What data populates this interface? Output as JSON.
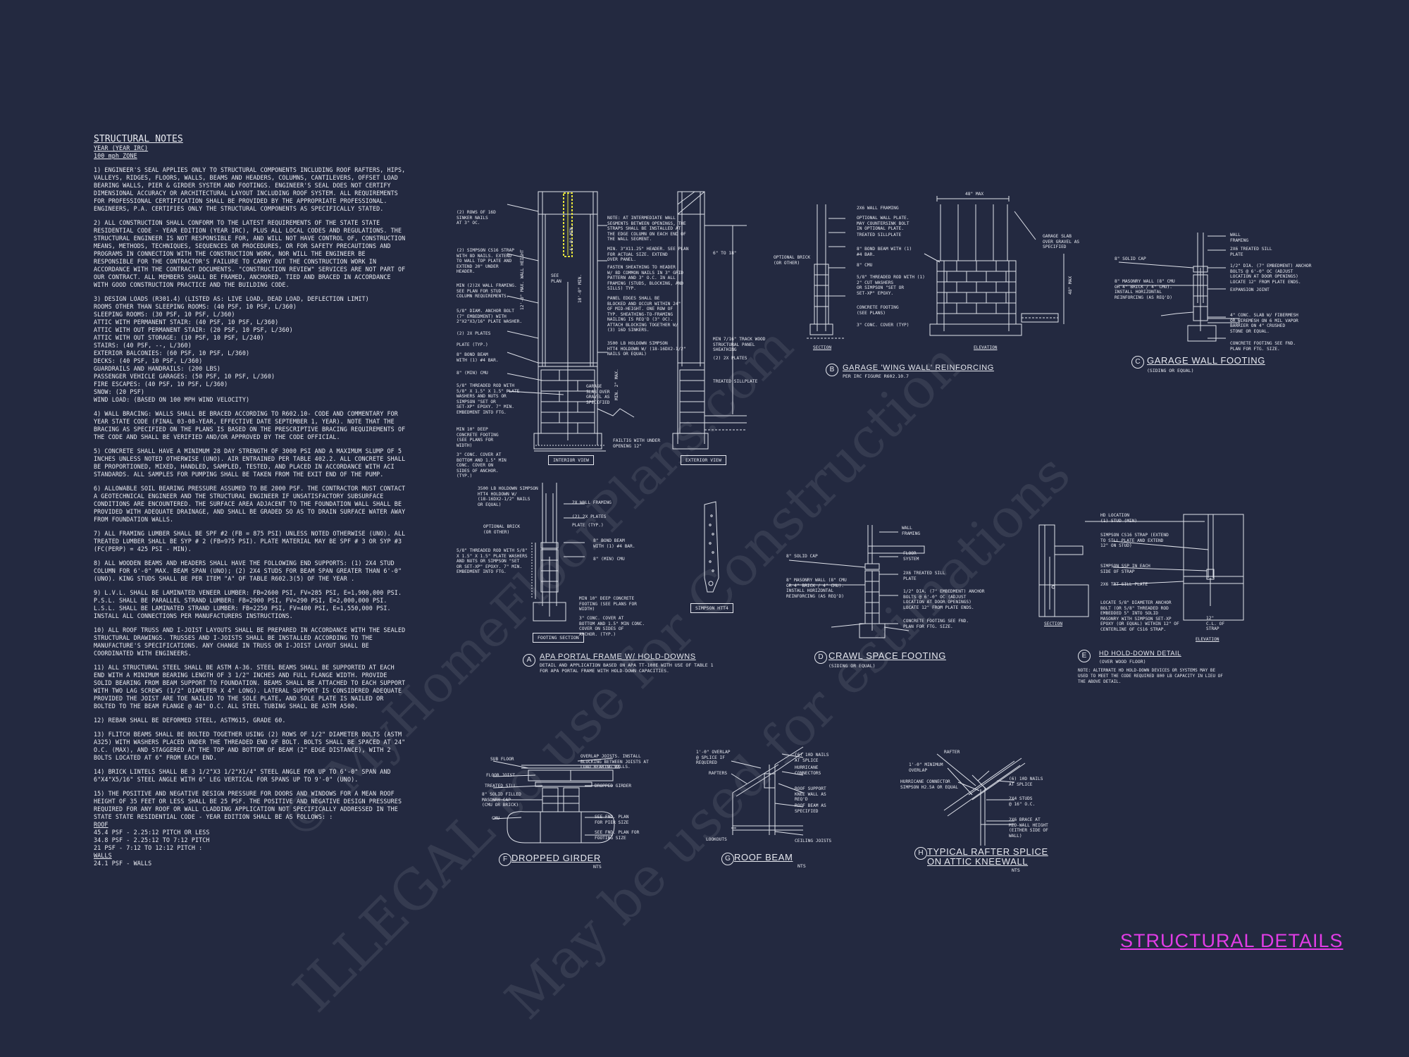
{
  "notes": {
    "title": "STRUCTURAL NOTES",
    "year": "YEAR (YEAR IRC)",
    "zone": "100 mph ZONE",
    "paragraphs": [
      "1) ENGINEER'S SEAL APPLIES ONLY TO STRUCTURAL COMPONENTS INCLUDING ROOF RAFTERS, HIPS, VALLEYS, RIDGES, FLOORS, WALLS, BEAMS AND HEADERS, COLUMNS, CANTILEVERS, OFFSET LOAD BEARING WALLS, PIER & GIRDER SYSTEM AND FOOTINGS. ENGINEER'S SEAL DOES NOT CERTIFY DIMENSIONAL ACCURACY OR ARCHITECTURAL LAYOUT INCLUDING ROOF SYSTEM. ALL REQUIREMENTS FOR PROFESSIONAL CERTIFICATION SHALL BE PROVIDED BY THE APPROPRIATE PROFESSIONAL. ENGINEERS, P.A. CERTIFIES ONLY THE STRUCTURAL COMPONENTS AS SPECIFICALLY STATED.",
      "2) ALL CONSTRUCTION SHALL CONFORM TO THE LATEST REQUIREMENTS OF THE STATE STATE RESIDENTIAL CODE - YEAR EDITION (YEAR IRC), PLUS ALL LOCAL CODES AND REGULATIONS. THE STRUCTURAL ENGINEER IS NOT RESPONSIBLE FOR, AND WILL NOT HAVE CONTROL OF, CONSTRUCTION MEANS, METHODS, TECHNIQUES, SEQUENCES OR PROCEDURES, OR FOR SAFETY PRECAUTIONS AND PROGRAMS IN CONNECTION WITH THE CONSTRUCTION WORK, NOR WILL THE ENGINEER BE RESPONSIBLE FOR THE CONTRACTOR'S FAILURE TO CARRY OUT THE CONSTRUCTION WORK IN ACCORDANCE WITH THE CONTRACT DOCUMENTS. \"CONSTRUCTION REVIEW\" SERVICES ARE NOT PART OF OUR CONTRACT. ALL MEMBERS SHALL BE FRAMED, ANCHORED, TIED AND BRACED IN ACCORDANCE WITH GOOD CONSTRUCTION PRACTICE AND THE BUILDING CODE."
    ],
    "loads_intro": "3) DESIGN LOADS (R301.4) (LISTED AS: LIVE LOAD, DEAD LOAD, DEFLECTION LIMIT)",
    "loads": [
      "ROOMS OTHER THAN SLEEPING ROOMS: (40 PSF, 10 PSF, L/360)",
      "SLEEPING ROOMS: (30 PSF, 10 PSF, L/360)",
      "ATTIC WITH PERMANENT STAIR: (40 PSF, 10 PSF, L/360)",
      "ATTIC WITH OUT PERMANENT STAIR: (20 PSF, 10 PSF, L/360)",
      "ATTIC WITH OUT STORAGE: (10 PSF, 10 PSF, L/240)",
      "STAIRS: (40 PSF, --, L/360)",
      "EXTERIOR BALCONIES: (60 PSF, 10 PSF, L/360)",
      "DECKS: (40 PSF, 10 PSF, L/360)",
      "GUARDRAILS AND HANDRAILS: (200 LBS)",
      "PASSENGER VEHICLE GARAGES: (50 PSF, 10 PSF, L/360)",
      "FIRE ESCAPES: (40 PSF, 10 PSF, L/360)",
      "SNOW: (20 PSF)",
      "WIND LOAD: (BASED ON 100 MPH WIND VELOCITY)"
    ],
    "paragraphs2": [
      "4) WALL BRACING: WALLS SHALL BE BRACED ACCORDING TO R602.10- CODE AND COMMENTARY FOR YEAR STATE CODE (FINAL 03-08-YEAR, EFFECTIVE DATE SEPTEMBER 1, YEAR). NOTE THAT THE BRACING AS SPECIFIED ON THE PLANS IS BASED ON THE PRESCRIPTIVE BRACING REQUIREMENTS OF THE CODE AND SHALL BE VERIFIED AND/OR APPROVED BY THE CODE OFFICIAL.",
      "5) CONCRETE SHALL HAVE A MINIMUM 28 DAY STRENGTH OF 3000 PSI AND A MAXIMUM SLUMP OF 5 INCHES UNLESS NOTED OTHERWISE (UNO). AIR ENTRAINED PER TABLE 402.2. ALL CONCRETE SHALL BE PROPORTIONED, MIXED, HANDLED, SAMPLED, TESTED, AND PLACED IN ACCORDANCE WITH ACI STANDARDS. ALL SAMPLES FOR PUMPING SHALL BE TAKEN FROM THE EXIT END OF THE PUMP.",
      "6) ALLOWABLE SOIL BEARING PRESSURE ASSUMED TO BE 2000 PSF. THE CONTRACTOR MUST CONTACT A GEOTECHNICAL ENGINEER AND THE STRUCTURAL ENGINEER IF UNSATISFACTORY SUBSURFACE CONDITIONS ARE ENCOUNTERED. THE SURFACE AREA ADJACENT TO THE FOUNDATION WALL SHALL BE PROVIDED WITH ADEQUATE DRAINAGE, AND SHALL BE GRADED SO AS TO DRAIN SURFACE WATER AWAY FROM FOUNDATION WALLS.",
      "7) ALL FRAMING LUMBER SHALL BE SPF #2 (Fb = 875 PSI) UNLESS NOTED OTHERWISE (UNO). ALL TREATED LUMBER SHALL BE SYP # 2 (Fb=975 PSI). PLATE MATERIAL MAY BE SPF # 3 OR SYP #3 (Fc(perp) = 425 PSI - MIN).",
      "8) ALL WOODEN BEAMS AND HEADERS SHALL HAVE THE FOLLOWING END SUPPORTS: (1) 2x4 STUD COLUMN FOR 6'-0\" MAX. BEAM SPAN (UNO); (2) 2X4 STUDS FOR BEAM SPAN GREATER THAN 6'-0\" (UNO). KING STUDS SHALL BE PER ITEM \"a\" OF TABLE R602.3(5) OF THE YEAR .",
      "9) L.V.L. SHALL BE LAMINATED VENEER LUMBER: Fb=2600 PSI, Fv=285 PSI, E=1,900,000 PSI. P.S.L. SHALL BE PARALLEL STRAND LUMBER: Fb=2900 PSI, Fv=290 PSI, E=2,000,000 PSI. L.S.L. SHALL BE LAMINATED STRAND LUMBER: Fb=2250 PSI, Fv=400 PSI, E=1,550,000 PSI. INSTALL ALL CONNECTIONS PER MANUFACTURERS INSTRUCTIONS.",
      "10) ALL ROOF TRUSS AND I-JOIST LAYOUTS SHALL BE PREPARED IN ACCORDANCE WITH THE SEALED STRUCTURAL DRAWINGS. TRUSSES AND I-JOISTS SHALL BE INSTALLED ACCORDING TO THE MANUFACTURE'S SPECIFICATIONS. ANY CHANGE IN TRUSS OR I-JOIST LAYOUT SHALL BE COORDINATED WITH ENGINEERS.",
      "11) ALL STRUCTURAL STEEL SHALL BE ASTM A-36. STEEL BEAMS SHALL BE SUPPORTED AT EACH END WITH A MINIMUM BEARING LENGTH OF 3 1/2\" INCHES AND FULL FLANGE WIDTH. PROVIDE SOLID BEARING FROM BEAM SUPPORT TO FOUNDATION. BEAMS SHALL BE ATTACHED TO EACH SUPPORT WITH TWO LAG SCREWS (1/2\" DIAMETER x 4\" LONG). LATERAL SUPPORT IS CONSIDERED ADEQUATE PROVIDED THE JOIST ARE TOE NAILED TO THE SOLE PLATE, AND SOLE PLATE IS NAILED OR BOLTED TO THE BEAM FLANGE @ 48\" O.C. ALL STEEL TUBING SHALL BE ASTM A500.",
      "12) REBAR SHALL BE DEFORMED STEEL, ASTM615, GRADE 60.",
      "13) FLITCH BEAMS SHALL BE BOLTED TOGETHER USING (2) ROWS OF 1/2\" DIAMETER BOLTS (ASTM A325) WITH WASHERS PLACED UNDER THE THREADED END OF BOLT. BOLTS SHALL BE SPACED AT 24\" O.C. (MAX), AND STAGGERED AT THE TOP AND BOTTOM OF BEAM (2\" EDGE DISTANCE), WITH 2 BOLTS LOCATED AT 6\" FROM EACH END.",
      "14) BRICK LINTELS SHALL BE 3 1/2\"x3 1/2\"x1/4\" STEEL ANGLE FOR UP TO 6'-0\" SPAN AND 6\"x4\"x5/16\" STEEL ANGLE WITH 6\" LEG VERTICAL FOR SPANS UP TO 9'-0\" (UNO).",
      "15) THE POSITIVE AND NEGATIVE DESIGN PRESSURE FOR DOORS AND WINDOWS FOR A MEAN ROOF HEIGHT OF 35 FEET OR LESS SHALL BE 25 PSF. THE POSITIVE AND NEGATIVE DESIGN PRESSURES REQUIRED FOR ANY ROOF OR WALL CLADDING APPLICATION NOT SPECIFICALLY ADDRESSED IN THE STATE STATE RESIDENTIAL CODE - YEAR EDITION SHALL BE AS FOLLOWS: :"
    ],
    "roof_head": "ROOF",
    "roof": [
      "45.4 PSF - 2.25:12 PITCH OR LESS",
      "34.8 PSF - 2.25:12 TO 7:12 PITCH",
      "21 PSF - 7:12 TO 12:12 PITCH :"
    ],
    "walls_head": "WALLS",
    "walls": [
      "24.1 PSF - WALLS"
    ]
  },
  "details": {
    "a": {
      "letter": "A",
      "title": "APA PORTAL FRAME W/ HOLD-DOWNS",
      "sub": "DETAIL AND APPLICATION BASED ON APA TT-100E WITH USE OF TABLE 1\nFOR APA PORTAL FRAME WITH HOLD-DOWN CAPACITIES."
    },
    "b": {
      "letter": "B",
      "title": "GARAGE 'WING WALL' REINFORCING",
      "sub": "PER IRC FIGURE R602.10.7"
    },
    "c": {
      "letter": "C",
      "title": "GARAGE WALL FOOTING",
      "sub": "(SIDING OR EQUAL)"
    },
    "d": {
      "letter": "D",
      "title": "CRAWL SPACE FOOTING",
      "sub": "(SIDING OR EQUAL)"
    },
    "e": {
      "letter": "E",
      "title": "HD HOLD-DOWN DETAIL",
      "sub": "(OVER WOOD FLOOR)",
      "note": "NOTE: ALTERNATE HD HOLD-DOWN DEVICES OR SYSTEMS MAY BE\nUSED TO MEET THE CODE REQUIRED 800 LB CAPACITY IN LIEU OF\nTHE ABOVE DETAIL."
    },
    "f": {
      "letter": "F",
      "title": "DROPPED GIRDER",
      "sub": "NTS"
    },
    "g": {
      "letter": "G",
      "title": "ROOF BEAM",
      "sub": "NTS"
    },
    "h": {
      "letter": "H",
      "title": "TYPICAL RAFTER SPLICE",
      "title2": "ON ATTIC KNEEWALL",
      "sub": "NTS"
    }
  },
  "labels": {
    "interior_view": "INTERIOR VIEW",
    "exterior_view": "EXTERIOR VIEW",
    "footing_section": "FOOTING SECTION",
    "simpson": "SIMPSON HTT4",
    "section": "SECTION",
    "elevation": "ELEVATION",
    "section_e": "SECTION",
    "elevation_e": "ELEVATION",
    "max48": "48\" MAX",
    "a1": "(2) ROWS OF 16d\nSINKER NAILS\nAT 3\" OC.",
    "a2": "(2) SIMPSON CS16 STRAP\nWITH 8d NAILS. EXTEND\nTO WALL TOP PLATE AND\nEXTEND 20\" UNDER\nHEADER.",
    "a3": "MIN (2)2X WALL FRAMING.\nSEE PLAN FOR STUD\nCOLUMN REQUIREMENTS.",
    "a4": "5/8\" DIAM. ANCHOR BOLT\n(7\" EMBEDMENT) WITH\n2\"x2\"x3/16\" PLATE WASHER.",
    "a5": "(2) 2x PLATES",
    "a6": "PLATE (TYP.)",
    "a7": "8\" BOND BEAM\nWITH (1) #4 BAR.",
    "a8": "8\" (MIN) CMU",
    "a9": "5/8\" THREADED ROD WITH\n5/8\" x 1.5\" x 1.5\" PLATE\nWASHERS AND NUTS OR\nSIMPSON \"SET OR\nSET-XP\" EPOXY. 7\" MIN.\nEMBEDMENT INTO FTG.",
    "a10": "MIN 10\" DEEP\nCONCRETE FOOTING\n(SEE PLANS FOR\nWIDTH)",
    "a11": "3\" CONC. COVER AT\nBOTTOM AND 1.5\" MIN\nCONC. COVER ON\nSIDES OF ANCHOR.\n(TYP.)",
    "a12": "NOTE: AT INTERMEDIATE WALL\nSEGMENTS BETWEEN OPENINGS, THE\nSTRAPS SHALL BE INSTALLED AT\nTHE EDGE COLUMN ON EACH END OF\nTHE WALL SEGMENT.",
    "a13": "MIN. 3\"x11.25\" HEADER. SEE PLAN\nFOR ACTUAL SIZE. EXTEND\nOVER PANEL.",
    "a14": "FASTEN SHEATHING TO HEADER\nW/ 8d COMMON NAILS IN 3\" GRID\nPATTERN AND 3\" O.C. IN ALL\nFRAMING (STUDS, BLOCKING, AND\nSILLS) TYP.",
    "a15": "PANEL EDGES SHALL BE\nBLOCKED AND OCCUR WITHIN 24\"\nOF MID-HEIGHT. ONE ROW OF\nTYP. SHEATHING-TO-FRAMING\nNAILING IS REQ'D (3\" OC).\nATTACH BLOCKING TOGETHER W/\n(3) 16d SINKERS.",
    "a16": "3500 LB HOLDOWN SIMPSON\nHTT4 HOLDOWN W/ (18-16dx2-1/2\"\nNAILS OR EQUAL)",
    "a17": "MIN 7/16\" TRACK WOOD\nSTRUCTURAL PANEL\nSHEATHING",
    "a18": "(2) 2x PLATES",
    "a19": "TREATED SILLPLATE",
    "a20": "GARAGE\nSLAB OVER\nGRAVEL AS\nSPECIFIED",
    "a21": "MIN. 2\" MAX.",
    "a22": "SEE\nPLAN",
    "a23": "6\" TO 18\"",
    "a24": "FAILTIG WITH UNDER\nOPENING 12\"",
    "a25": "10'-0\" MIN.",
    "a26": "4'-0\" MIN.",
    "a27": "12'-0\" MAX. WALL HEIGHT",
    "fs1": "3500 LB HOLDOWN SIMPSON\nHTT4 HOLDOWN W/\n(18-16dx2-1/2\" NAILS\nOR EQUAL)",
    "fs2": "2x WALL FRAMING",
    "fs3": "(2) 2x PLATES",
    "fs4": "PLATE (TYP.)",
    "fs5": "OPTIONAL BRICK\n(OR OTHER)",
    "fs6": "8\" BOND BEAM\nWITH (1) #4 BAR.",
    "fs7": "8\" (MIN) CMU",
    "fs8": "5/8\" THREADED ROD WITH 5/8\"\nx 1.5\" x 1.5\" PLATE WASHERS\nAND NUTS OR SIMPSON \"SET\nOR SET-XP\" EPOXY. 7\" MIN.\nEMBEDMENT INTO FTG.",
    "fs9": "MIN 10\" DEEP CONCRETE\nFOOTING (SEE PLANS FOR\nWIDTH)",
    "fs10": "3\" CONC. COVER AT\nBOTTOM AND 1.5\" MIN CONC.\nCOVER ON SIDES OF\nANCHOR. (TYP.)",
    "b1": "2x6 WALL FRAMING",
    "b2": "OPTIONAL WALL PLATE.\nMAY COUNTERSINK BOLT\nIN OPTIONAL PLATE.",
    "b3": "TREATED SILLPLATE",
    "b4": "8\" BOND BEAM WITH (1)\n#4 BAR.",
    "b5": "8\" CMU",
    "b6": "5/8\" THREADED ROD WITH (1)\n2\" CUT WASHERS\nOR SIMPSON \"SET OR\nSET-XP\" EPOXY.",
    "b7": "CONCRETE FOOTING\n(SEE PLANS)",
    "b8": "3\" CONC. COVER (TYP)",
    "b9": "OPTIONAL BRICK\n(OR OTHER)",
    "b10": "GARAGE SLAB\nOVER GRAVEL AS\nSPECIFIED",
    "b11": "48\" MAX",
    "c1": "WALL\nFRAMING",
    "c2": "2x6 TREATED SILL\nPLATE",
    "c3": "8\" SOLID CAP",
    "c4": "1/2\" DIA. (7\" EMBEDMENT) ANCHOR\nBOLTS @ 6'-0\" OC (ADJUST\nLOCATION AT DOOR OPENINGS)\nLOCATE 12\" FROM PLATE ENDS.",
    "c5": "8\" MASONRY WALL (8\" CMU\nOR 4\" BRICK / 4\" CMU).\nINSTALL HORIZONTAL\nREINFORCING (AS REQ'D)",
    "c6": "EXPANSION JOINT",
    "c7": "4\" CONC. SLAB w/ FIBERMESH\nOR WIREMESH ON 6 MIL VAPOR\nBARRIER ON 4\" CRUSHED\nSTONE OR EQUAL.",
    "c8": "CONCRETE FOOTING SEE FND.\nPLAN FOR FTG. SIZE.",
    "d1": "WALL\nFRAMING",
    "d2": "FLOOR\nSYSTEM",
    "d3": "8\" SOLID CAP",
    "d4": "2x6 TREATED SILL\nPLATE",
    "d5": "8\" MASONRY WALL (8\" CMU\nOR 4\" BRICK / 4\" CMU).\nINSTALL HORIZONTAL\nREINFORCING (AS REQ'D)",
    "d6": "1/2\" DIA. (7\" EMBEDMENT) ANCHOR\nBOLTS @ 6'-0\" OC (ADJUST\nLOCATION AT DOOR OPENINGS)\nLOCATE 12\" FROM PLATE ENDS.",
    "d7": "CONCRETE FOOTING SEE FND.\nPLAN FOR FTG. SIZE.",
    "e1": "HD LOCATION\n(1) STUD (MIN)",
    "e2": "SIMPSON CS16 STRAP (EXTEND\nTO SILL PLATE AND EXTEND\n12\" ON STUD)",
    "e3": "SIMPSON SSP IN EACH\nSIDE OF STRAP",
    "e4": "2x6 TRT SILL PLATE",
    "e5": "LOCATE 5/8\" DIAMETER ANCHOR\nBOLT (OR 5/8\" THREADED ROD\nEMBEDDED 5\" INTO SOLID\nMASONRY WITH SIMPSON SET-XP\nEPOXY (OR EQUAL) WITHIN 12\" OF\nCENTERLINE OF CS16 STRAP.",
    "e6": "12\"\nC.L. OF\nSTRAP",
    "f1": "SUB FLOOR",
    "f2": "FLOOR JOIST",
    "f3": "TREATED SILL",
    "f4": "8\" SOLID FILLED\nMASONRY CAP\n(CMU OR BRICK)",
    "f5": "CMU",
    "f6": "OVERLAP JOISTS. INSTALL\nBLOCKING BETWEEN JOISTS AT\nLOAD BEARING WALLS.",
    "f7": "DROPPED GIRDER",
    "f8": "SEE FND. PLAN\nFOR PIER SIZE",
    "f9": "SEE FND. PLAN FOR\nFOOTING SIZE",
    "g1": "1'-0\" OVERLAP\n@ SPLICE IF\nREQUIRED",
    "g2": "RAFTERS",
    "g3": "(6) 10d NAILS\nAT SPLICE",
    "g4": "HURRICANE\nCONNECTORS",
    "g5": "ROOF SUPPORT\nKNEE WALL AS\nREQ'D",
    "g6": "ROOF BEAM AS\nSPECIFIED",
    "g7": "LOOKOUTS",
    "g8": "CEILING JOISTS",
    "h1": "RAFTER",
    "h2": "1'-0\" MINIMUM\nOVERLAP",
    "h3": "HURRICANE CONNECTOR\nSIMPSON H2.5A OR EQUAL",
    "h4": "(6) 10d NAILS\nAT SPLICE",
    "h5": "2x4 STUDS\n@ 16\" O.C.",
    "h6": "2x6 BRACE AT\nMID-WALL HEIGHT\n(EITHER SIDE OF\nWALL)"
  },
  "sheet_title": "STRUCTURAL DETAILS",
  "watermark": {
    "line1": "ILLEGAL to use for Construction",
    "line2": "May be used for estimations",
    "line3": "© MyHomeFloorPlans.com"
  },
  "colors": {
    "background": "#232940",
    "linework": "#dfe2ea",
    "title": "#e23ce6",
    "highlight": "#e3e13a"
  }
}
